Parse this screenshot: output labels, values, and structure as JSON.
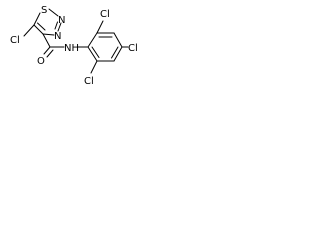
{
  "molecule": {
    "atoms": {
      "sulfur": "S",
      "nitrogen_n2": "N",
      "nitrogen_n3": "N",
      "chlorine_thiadiazole": "Cl",
      "oxygen": "O",
      "amide_nh": "NH",
      "chlorine_ortho_top": "Cl",
      "chlorine_para": "Cl",
      "chlorine_ortho_bottom": "Cl"
    }
  }
}
